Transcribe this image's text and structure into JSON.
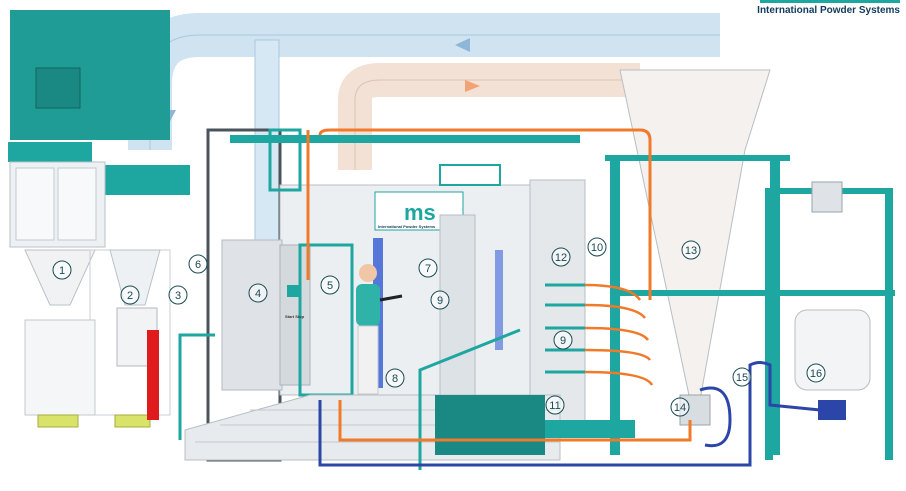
{
  "brand": {
    "tagline": "International Powder Systems",
    "logo_text": "ms",
    "logo_subtext": "International Powder Systems",
    "panel_label": "Start Stop"
  },
  "colors": {
    "teal": "#1ea6a0",
    "teal_dark": "#167c78",
    "duct_blue": "#cfe3f1",
    "duct_orange": "#f6dccb",
    "hose_orange": "#f07a2a",
    "hose_blue": "#2b45a8",
    "extinguisher_red": "#e01b1b",
    "panel_grey": "#d8dde2"
  },
  "callouts": [
    {
      "id": "1",
      "label": "1"
    },
    {
      "id": "2",
      "label": "2"
    },
    {
      "id": "3",
      "label": "3"
    },
    {
      "id": "4",
      "label": "4"
    },
    {
      "id": "5",
      "label": "5"
    },
    {
      "id": "6",
      "label": "6"
    },
    {
      "id": "7",
      "label": "7"
    },
    {
      "id": "8",
      "label": "8"
    },
    {
      "id": "9a",
      "label": "9"
    },
    {
      "id": "9b",
      "label": "9"
    },
    {
      "id": "10",
      "label": "10"
    },
    {
      "id": "11",
      "label": "11"
    },
    {
      "id": "12",
      "label": "12"
    },
    {
      "id": "13",
      "label": "13"
    },
    {
      "id": "14",
      "label": "14"
    },
    {
      "id": "15",
      "label": "15"
    },
    {
      "id": "16",
      "label": "16"
    }
  ]
}
